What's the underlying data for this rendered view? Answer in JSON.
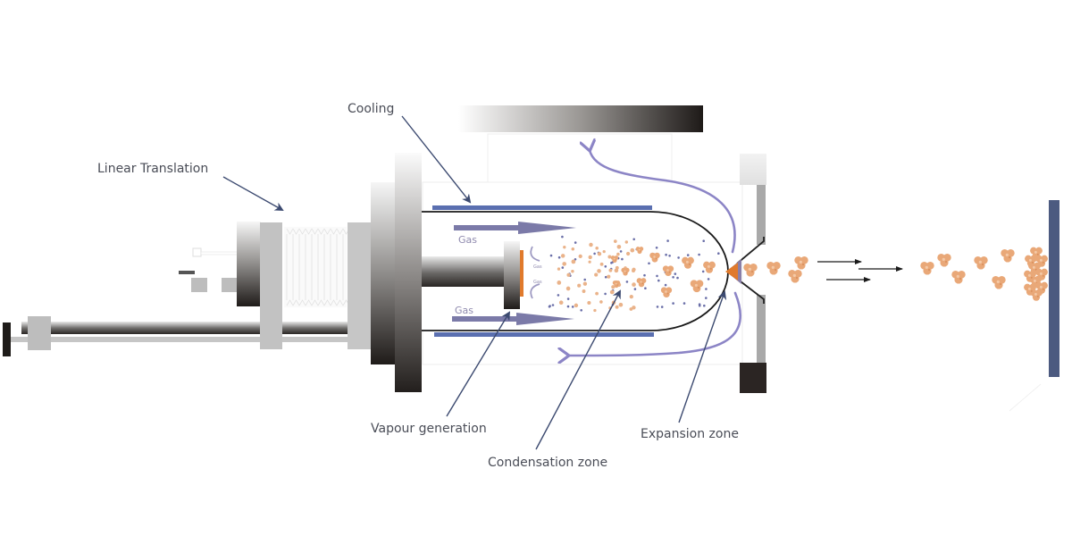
{
  "diagram": {
    "title": "Inert gas condensation nanoparticle source",
    "labels": {
      "linear_translation": "Linear Translation",
      "cooling": "Cooling",
      "vapour_generation": "Vapour generation",
      "condensation_zone": "Condensation zone",
      "expansion_zone": "Expansion zone",
      "gas_top": "Gas",
      "gas_bottom": "Gas",
      "gas_small_top": "Gas",
      "gas_small_bottom": "Gas"
    },
    "colors": {
      "label_text": "#4a4d57",
      "pointer_arrow": "#3c4a70",
      "cooling_jacket": "#5a6fb0",
      "gas_flow": "#7b7aa8",
      "recirculation": "#8c85c6",
      "target_orange": "#e07a2c",
      "cluster_orange": "#e9a878",
      "atom_blue": "#6a6fa8",
      "substrate": "#4c5a80",
      "chamber_outline": "#1a1a1a"
    }
  }
}
